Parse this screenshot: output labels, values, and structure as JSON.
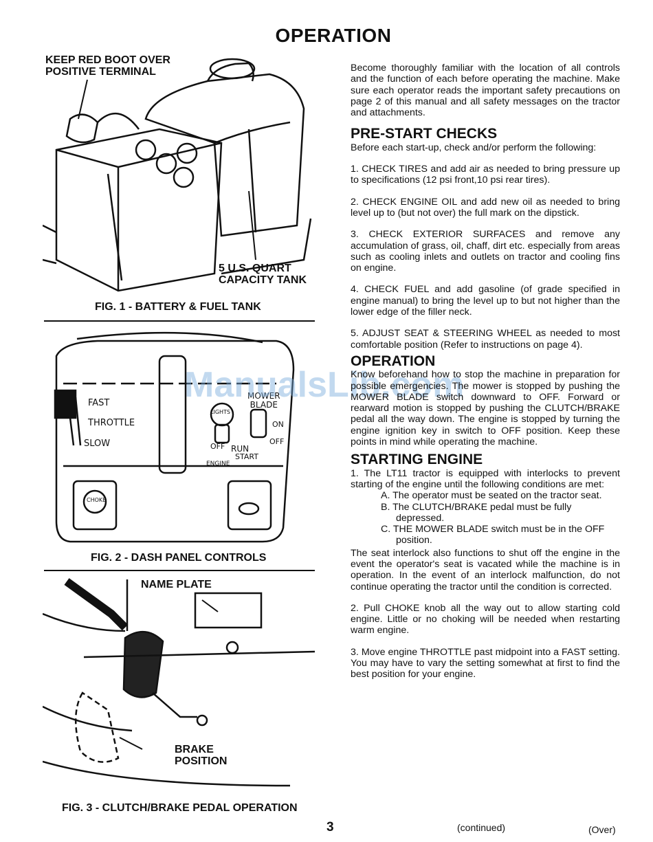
{
  "page": {
    "title": "OPERATION",
    "number": "3",
    "continued": "(continued)",
    "over": "(Over)",
    "watermark": "ManualsLib.com"
  },
  "figures": {
    "fig1": {
      "caption": "FIG. 1 - BATTERY & FUEL TANK",
      "callout_boot": "KEEP RED BOOT OVER\nPOSITIVE TERMINAL",
      "callout_tank": "5 U.S. QUART\nCAPACITY TANK"
    },
    "fig2": {
      "caption": "FIG. 2 - DASH PANEL CONTROLS",
      "fast": "FAST",
      "throttle": "THROTTLE",
      "slow": "SLOW",
      "mower_blade": "MOWER\nBLADE",
      "lights": "LIGHTS",
      "on": "ON",
      "off_blade": "OFF",
      "off_engine": "OFF",
      "run": "RUN",
      "start": "START",
      "engine": "ENGINE",
      "choke": "CHOKE"
    },
    "fig3": {
      "caption": "FIG. 3 - CLUTCH/BRAKE PEDAL OPERATION",
      "name_plate": "NAME PLATE",
      "brake_position": "BRAKE\nPOSITION"
    }
  },
  "text": {
    "intro": "Become thoroughly familiar with the location of all controls and the function of each before operating the machine. Make sure each operator reads the important safety precautions on page 2 of this manual and all safety messages on the tractor and attachments.",
    "prestart": {
      "heading": "PRE-START CHECKS",
      "lead": "Before each start-up, check and/or perform the following:",
      "items": [
        "1. CHECK TIRES and add air as needed to bring pressure up to specifications (12 psi front,10 psi rear tires).",
        "2. CHECK ENGINE OIL and add new oil as needed to bring level up to (but not over) the full mark on the dipstick.",
        "3. CHECK EXTERIOR SURFACES and remove any accumulation of grass, oil, chaff, dirt etc. especially from areas such as cooling inlets and outlets on tractor and cooling fins on engine.",
        "4. CHECK FUEL and add gasoline (of grade specified in engine manual) to bring the level up to but not higher than the lower edge of the filler neck.",
        "5. ADJUST SEAT & STEERING WHEEL as needed to most comfortable position (Refer to instructions on page 4)."
      ]
    },
    "operation": {
      "heading": "OPERATION",
      "body": "Know beforehand how to stop the machine in preparation for possible emergencies. The mower is stopped by pushing the MOWER BLADE switch downward to OFF. Forward or rearward motion is stopped by pushing the CLUTCH/BRAKE pedal all the way down. The engine is stopped by turning the engine ignition key in switch to OFF position. Keep these points in mind while operating the machine."
    },
    "starting": {
      "heading": "STARTING ENGINE",
      "item1": "1. The LT11 tractor is equipped with interlocks to prevent starting of the engine until the following conditions are met:",
      "conditions": [
        "A. The operator must be seated on the tractor seat.",
        "B. The CLUTCH/BRAKE pedal must be fully depressed.",
        "C. THE MOWER BLADE switch must be in the OFF position."
      ],
      "interlock": "The seat interlock also functions to shut off the engine in the event the operator's seat is vacated while the machine is in operation. In the event of an interlock malfunction, do not continue operating the tractor until the condition is corrected.",
      "item2": "2. Pull CHOKE knob all the way out to allow starting cold engine. Little or no choking will be needed when restarting warm engine.",
      "item3": "3. Move engine THROTTLE past midpoint into a FAST setting. You may have to vary the setting somewhat at first to find the best position for your engine."
    }
  }
}
